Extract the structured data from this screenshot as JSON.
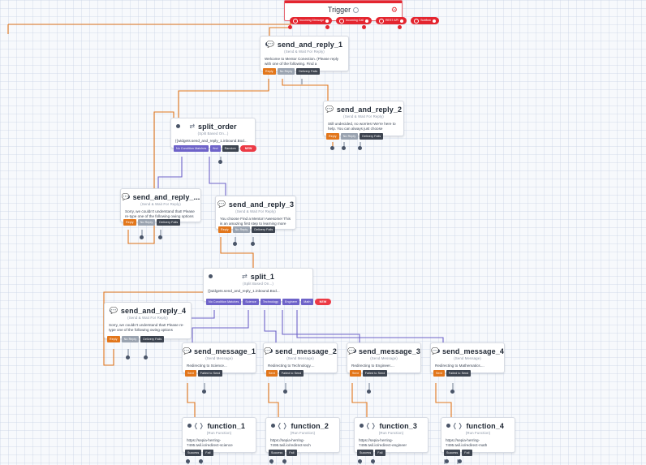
{
  "canvas": {
    "background": "#f7f9fc",
    "grid_color": "#cbd5e6",
    "edge_colors": {
      "message": "#e2761b",
      "condition": "#6e63c9",
      "neutral": "#7a8699"
    }
  },
  "trigger": {
    "title": "Trigger",
    "info_icon": "info-icon",
    "gear_icon": "gear-icon",
    "ports": [
      {
        "label": "Incoming Message"
      },
      {
        "label": "Incoming Call"
      },
      {
        "label": "REST API"
      },
      {
        "label": "Subflow"
      }
    ]
  },
  "nodes": [
    {
      "id": "send_and_reply_1",
      "icon": "chat-icon",
      "title": "send_and_reply_1",
      "subtitle": "(Send & Wait For Reply)",
      "body": "Welcome to Mentor Conection. (Please reply with one of the following. Find a",
      "ports": [
        {
          "label": "Reply",
          "style": "orange"
        },
        {
          "label": "No Reply",
          "style": "gray"
        },
        {
          "label": "Delivery Fails",
          "style": "dark"
        }
      ]
    },
    {
      "id": "send_and_reply_2",
      "icon": "chat-icon",
      "title": "send_and_reply_2",
      "subtitle": "(Send & Wait For Reply)",
      "body": "Still undecided, no worries! We're here to help. You can always just choose",
      "ports": [
        {
          "label": "Reply",
          "style": "orange"
        },
        {
          "label": "No Reply",
          "style": "gray"
        },
        {
          "label": "Delivery Fails",
          "style": "dark"
        }
      ]
    },
    {
      "id": "split_order",
      "icon": "split-icon",
      "title": "split_order",
      "subtitle": "(Split Based On...)",
      "body": "{{widgets.send_and_reply_1.inbound.Bod...",
      "ports": [
        {
          "label": "No Condition Matches",
          "style": "purple"
        },
        {
          "label": "find",
          "style": "purple"
        },
        {
          "label": "Random",
          "style": "dark"
        },
        {
          "label": "NEW",
          "style": "new"
        }
      ]
    },
    {
      "id": "send_and_reply_retry",
      "icon": "chat-icon",
      "title": "send_and_reply_...",
      "subtitle": "(Send & Wait For Reply)",
      "body": "Sorry, we couldn't understand that! Please re-type one of the following owing options",
      "ports": [
        {
          "label": "Reply",
          "style": "orange"
        },
        {
          "label": "No Reply",
          "style": "gray"
        },
        {
          "label": "Delivery Fails",
          "style": "dark"
        }
      ]
    },
    {
      "id": "send_and_reply_3",
      "icon": "chat-icon",
      "title": "send_and_reply_3",
      "subtitle": "(Send & Wait For Reply)",
      "body": "You choose Find a Mentor! Awesome! This is an amazing first step to learning more",
      "ports": [
        {
          "label": "Reply",
          "style": "orange"
        },
        {
          "label": "No Reply",
          "style": "gray"
        },
        {
          "label": "Delivery Fails",
          "style": "dark"
        }
      ]
    },
    {
      "id": "split_1",
      "icon": "split-icon",
      "title": "split_1",
      "subtitle": "(Split Based On...)",
      "body": "{{widgets.send_and_reply_1.inbound.Bod...",
      "ports": [
        {
          "label": "No Condition Matches",
          "style": "purple"
        },
        {
          "label": "Science",
          "style": "purple"
        },
        {
          "label": "Technology",
          "style": "purple"
        },
        {
          "label": "Engineer",
          "style": "purple"
        },
        {
          "label": "Math",
          "style": "purple"
        },
        {
          "label": "NEW",
          "style": "new"
        }
      ]
    },
    {
      "id": "send_and_reply_4",
      "icon": "chat-icon",
      "title": "send_and_reply_4",
      "subtitle": "(Send & Wait For Reply)",
      "body": "Sorry, we couldn't understand that! Please re-type one of the following owing options",
      "ports": [
        {
          "label": "Reply",
          "style": "orange"
        },
        {
          "label": "No Reply",
          "style": "gray"
        },
        {
          "label": "Delivery Fails",
          "style": "dark"
        }
      ]
    },
    {
      "id": "send_message_1",
      "icon": "chat-icon",
      "title": "send_message_1",
      "subtitle": "(Send Message)",
      "body": "Redirecting to Science...",
      "ports": [
        {
          "label": "Sent",
          "style": "orange"
        },
        {
          "label": "Failed to Send",
          "style": "dark"
        }
      ]
    },
    {
      "id": "send_message_2",
      "icon": "chat-icon",
      "title": "send_message_2",
      "subtitle": "(Send Message)",
      "body": "Redirecting to Technology....",
      "ports": [
        {
          "label": "Sent",
          "style": "orange"
        },
        {
          "label": "Failed to Send",
          "style": "dark"
        }
      ]
    },
    {
      "id": "send_message_3",
      "icon": "chat-icon",
      "title": "send_message_3",
      "subtitle": "(Send Message)",
      "body": "Redirecting to Engineer....",
      "ports": [
        {
          "label": "Sent",
          "style": "orange"
        },
        {
          "label": "Failed to Send",
          "style": "dark"
        }
      ]
    },
    {
      "id": "send_message_4",
      "icon": "chat-icon",
      "title": "send_message_4",
      "subtitle": "(Send Message)",
      "body": "Redirecting to Mathematics....",
      "ports": [
        {
          "label": "Sent",
          "style": "orange"
        },
        {
          "label": "Failed to Send",
          "style": "dark"
        }
      ]
    },
    {
      "id": "function_1",
      "icon": "code-icon",
      "title": "function_1",
      "subtitle": "(Run Function)",
      "body": "https://sepia-herring-7495.twil.io/redirect-science",
      "ports": [
        {
          "label": "Success",
          "style": "dark"
        },
        {
          "label": "Fail",
          "style": "dark"
        }
      ]
    },
    {
      "id": "function_2",
      "icon": "code-icon",
      "title": "function_2",
      "subtitle": "(Run Function)",
      "body": "https://sepia-herring-7495.twil.io/redirect-tech",
      "ports": [
        {
          "label": "Success",
          "style": "dark"
        },
        {
          "label": "Fail",
          "style": "dark"
        }
      ]
    },
    {
      "id": "function_3",
      "icon": "code-icon",
      "title": "function_3",
      "subtitle": "(Run Function)",
      "body": "https://sepia-herring-7495.twil.io/redirect-engineer",
      "ports": [
        {
          "label": "Success",
          "style": "dark"
        },
        {
          "label": "Fail",
          "style": "dark"
        }
      ]
    },
    {
      "id": "function_4",
      "icon": "code-icon",
      "title": "function_4",
      "subtitle": "(Run Function)",
      "body": "https://sepia-herring-7495.twil.io/redirect-math",
      "ports": [
        {
          "label": "Success",
          "style": "dark"
        },
        {
          "label": "Fail",
          "style": "dark"
        }
      ]
    }
  ]
}
